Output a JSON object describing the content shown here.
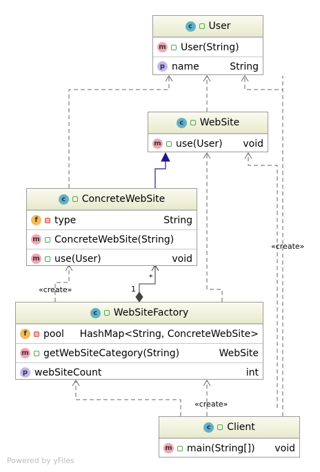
{
  "diagram": {
    "classes": [
      {
        "id": "user",
        "name": "User",
        "badge": "c",
        "members": [
          {
            "kind": "m",
            "name": "User(String)",
            "type": "",
            "locked": false
          },
          {
            "kind": "p",
            "name": "name",
            "type": "String",
            "locked": false
          }
        ]
      },
      {
        "id": "website",
        "name": "WebSite",
        "badge": "c",
        "members": [
          {
            "kind": "m",
            "name": "use(User)",
            "type": "void",
            "locked": false
          }
        ]
      },
      {
        "id": "concretewebsite",
        "name": "ConcreteWebSite",
        "badge": "c",
        "members": [
          {
            "kind": "f",
            "name": "type",
            "type": "String",
            "locked": true
          },
          {
            "kind": "m",
            "name": "ConcreteWebSite(String)",
            "type": "",
            "locked": false
          },
          {
            "kind": "m",
            "name": "use(User)",
            "type": "void",
            "locked": false
          }
        ]
      },
      {
        "id": "websitefactory",
        "name": "WebSiteFactory",
        "badge": "c",
        "members": [
          {
            "kind": "f",
            "name": "pool",
            "type": "HashMap<String, ConcreteWebSite>",
            "locked": true
          },
          {
            "kind": "m",
            "name": "getWebSiteCategory(String)",
            "type": "WebSite",
            "locked": false
          },
          {
            "kind": "p",
            "name": "webSiteCount",
            "type": "int",
            "locked": false
          }
        ]
      },
      {
        "id": "client",
        "name": "Client",
        "badge": "c",
        "members": [
          {
            "kind": "m",
            "name": "main(String[])",
            "type": "void",
            "locked": false
          }
        ]
      }
    ],
    "edge_labels": {
      "create_left": "«create»",
      "create_right": "«create»",
      "create_bottom": "«create»",
      "mult_one": "1",
      "mult_many": "*"
    },
    "footer": "Powered by yFiles"
  },
  "colors": {
    "header_top": "#fafaf0",
    "header_bottom": "#e8eacd",
    "inheritance": "#1a1a8c",
    "edge": "#666666"
  }
}
